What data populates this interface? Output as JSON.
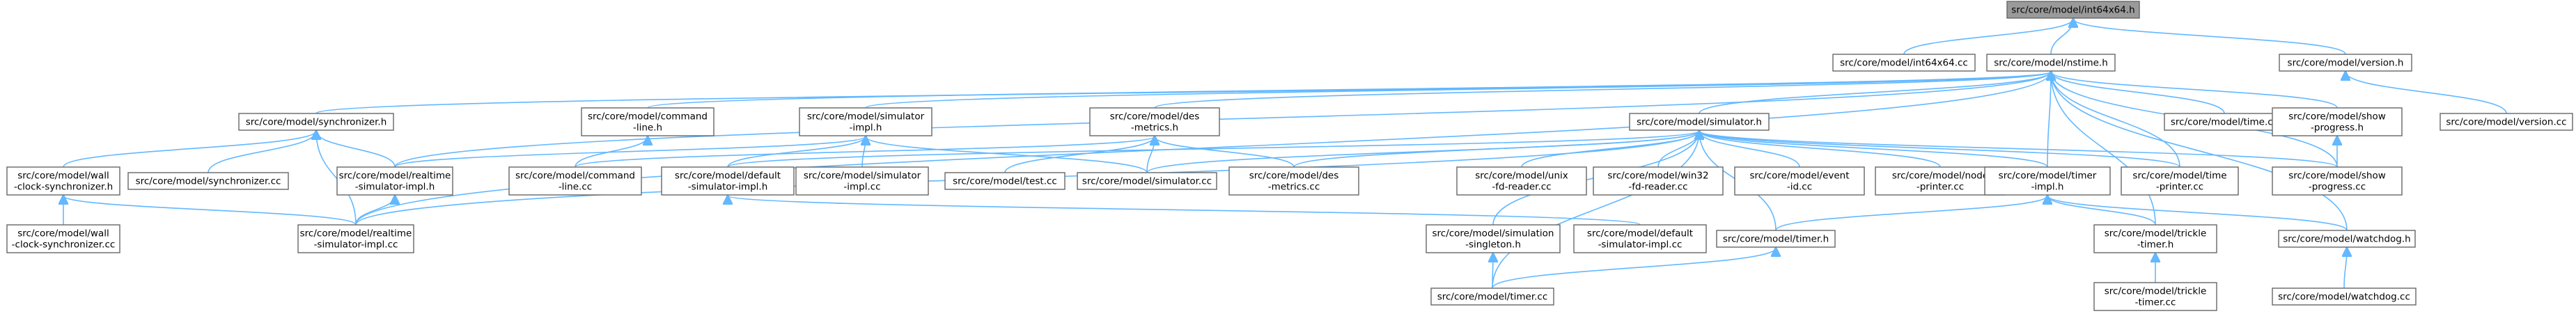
{
  "colors": {
    "edge": "#63b8ff",
    "root_fill": "#9a9a9a",
    "node_border": "#666666",
    "background": "#ffffff"
  },
  "nodes": [
    {
      "id": "int64x64_h",
      "lines": [
        "src/core/model/int64x64.h"
      ],
      "root": true
    },
    {
      "id": "int64x64_cc",
      "lines": [
        "src/core/model/int64x64.cc"
      ]
    },
    {
      "id": "nstime_h",
      "lines": [
        "src/core/model/nstime.h"
      ]
    },
    {
      "id": "version_h",
      "lines": [
        "src/core/model/version.h"
      ]
    },
    {
      "id": "version_cc",
      "lines": [
        "src/core/model/version.cc"
      ]
    },
    {
      "id": "synchronizer_h",
      "lines": [
        "src/core/model/synchronizer.h"
      ]
    },
    {
      "id": "command_line_h",
      "lines": [
        "src/core/model/command",
        "-line.h"
      ]
    },
    {
      "id": "simulator_impl_h",
      "lines": [
        "src/core/model/simulator",
        "-impl.h"
      ]
    },
    {
      "id": "des_metrics_h",
      "lines": [
        "src/core/model/des",
        "-metrics.h"
      ]
    },
    {
      "id": "simulator_h",
      "lines": [
        "src/core/model/simulator.h"
      ]
    },
    {
      "id": "time_cc",
      "lines": [
        "src/core/model/time.cc"
      ]
    },
    {
      "id": "show_progress_h",
      "lines": [
        "src/core/model/show",
        "-progress.h"
      ]
    },
    {
      "id": "wall_clock_sync_h",
      "lines": [
        "src/core/model/wall",
        "-clock-synchronizer.h"
      ]
    },
    {
      "id": "synchronizer_cc",
      "lines": [
        "src/core/model/synchronizer.cc"
      ]
    },
    {
      "id": "realtime_sim_impl_h",
      "lines": [
        "src/core/model/realtime",
        "-simulator-impl.h"
      ]
    },
    {
      "id": "command_line_cc",
      "lines": [
        "src/core/model/command",
        "-line.cc"
      ]
    },
    {
      "id": "default_sim_impl_h",
      "lines": [
        "src/core/model/default",
        "-simulator-impl.h"
      ]
    },
    {
      "id": "simulator_impl_cc",
      "lines": [
        "src/core/model/simulator",
        "-impl.cc"
      ]
    },
    {
      "id": "test_cc",
      "lines": [
        "src/core/model/test.cc"
      ]
    },
    {
      "id": "simulator_cc",
      "lines": [
        "src/core/model/simulator.cc"
      ]
    },
    {
      "id": "des_metrics_cc",
      "lines": [
        "src/core/model/des",
        "-metrics.cc"
      ]
    },
    {
      "id": "unix_fd_reader_cc",
      "lines": [
        "src/core/model/unix",
        "-fd-reader.cc"
      ]
    },
    {
      "id": "win32_fd_reader_cc",
      "lines": [
        "src/core/model/win32",
        "-fd-reader.cc"
      ]
    },
    {
      "id": "event_id_cc",
      "lines": [
        "src/core/model/event",
        "-id.cc"
      ]
    },
    {
      "id": "node_printer_cc",
      "lines": [
        "src/core/model/node",
        "-printer.cc"
      ]
    },
    {
      "id": "timer_impl_h",
      "lines": [
        "src/core/model/timer",
        "-impl.h"
      ]
    },
    {
      "id": "time_printer_cc",
      "lines": [
        "src/core/model/time",
        "-printer.cc"
      ]
    },
    {
      "id": "show_progress_cc",
      "lines": [
        "src/core/model/show",
        "-progress.cc"
      ]
    },
    {
      "id": "wall_clock_sync_cc",
      "lines": [
        "src/core/model/wall",
        "-clock-synchronizer.cc"
      ]
    },
    {
      "id": "realtime_sim_impl_cc",
      "lines": [
        "src/core/model/realtime",
        "-simulator-impl.cc"
      ]
    },
    {
      "id": "simulation_singleton_h",
      "lines": [
        "src/core/model/simulation",
        "-singleton.h"
      ]
    },
    {
      "id": "default_sim_impl_cc",
      "lines": [
        "src/core/model/default",
        "-simulator-impl.cc"
      ]
    },
    {
      "id": "timer_h",
      "lines": [
        "src/core/model/timer.h"
      ]
    },
    {
      "id": "trickle_timer_h",
      "lines": [
        "src/core/model/trickle",
        "-timer.h"
      ]
    },
    {
      "id": "watchdog_h",
      "lines": [
        "src/core/model/watchdog.h"
      ]
    },
    {
      "id": "timer_cc",
      "lines": [
        "src/core/model/timer.cc"
      ]
    },
    {
      "id": "trickle_timer_cc",
      "lines": [
        "src/core/model/trickle",
        "-timer.cc"
      ]
    },
    {
      "id": "watchdog_cc",
      "lines": [
        "src/core/model/watchdog.cc"
      ]
    }
  ],
  "edges": [
    [
      "int64x64_h",
      "int64x64_cc"
    ],
    [
      "int64x64_h",
      "nstime_h"
    ],
    [
      "int64x64_h",
      "version_h"
    ],
    [
      "version_h",
      "version_cc"
    ],
    [
      "nstime_h",
      "synchronizer_h"
    ],
    [
      "nstime_h",
      "command_line_h"
    ],
    [
      "nstime_h",
      "simulator_impl_h"
    ],
    [
      "nstime_h",
      "des_metrics_h"
    ],
    [
      "nstime_h",
      "simulator_h"
    ],
    [
      "nstime_h",
      "time_cc"
    ],
    [
      "nstime_h",
      "show_progress_h"
    ],
    [
      "nstime_h",
      "show_progress_cc"
    ],
    [
      "nstime_h",
      "time_printer_cc"
    ],
    [
      "nstime_h",
      "timer_impl_h"
    ],
    [
      "nstime_h",
      "trickle_timer_h"
    ],
    [
      "nstime_h",
      "watchdog_h"
    ],
    [
      "nstime_h",
      "realtime_sim_impl_cc"
    ],
    [
      "nstime_h",
      "realtime_sim_impl_h"
    ],
    [
      "synchronizer_h",
      "wall_clock_sync_h"
    ],
    [
      "synchronizer_h",
      "synchronizer_cc"
    ],
    [
      "synchronizer_h",
      "realtime_sim_impl_h"
    ],
    [
      "synchronizer_h",
      "realtime_sim_impl_cc"
    ],
    [
      "command_line_h",
      "command_line_cc"
    ],
    [
      "simulator_impl_h",
      "default_sim_impl_h"
    ],
    [
      "simulator_impl_h",
      "simulator_impl_cc"
    ],
    [
      "simulator_impl_h",
      "simulator_cc"
    ],
    [
      "simulator_impl_h",
      "realtime_sim_impl_h"
    ],
    [
      "des_metrics_h",
      "command_line_cc"
    ],
    [
      "des_metrics_h",
      "test_cc"
    ],
    [
      "des_metrics_h",
      "simulator_cc"
    ],
    [
      "des_metrics_h",
      "des_metrics_cc"
    ],
    [
      "simulator_h",
      "default_sim_impl_h"
    ],
    [
      "simulator_h",
      "simulator_cc"
    ],
    [
      "simulator_h",
      "des_metrics_cc"
    ],
    [
      "simulator_h",
      "unix_fd_reader_cc"
    ],
    [
      "simulator_h",
      "win32_fd_reader_cc"
    ],
    [
      "simulator_h",
      "event_id_cc"
    ],
    [
      "simulator_h",
      "node_printer_cc"
    ],
    [
      "simulator_h",
      "timer_impl_h"
    ],
    [
      "simulator_h",
      "time_printer_cc"
    ],
    [
      "simulator_h",
      "show_progress_cc"
    ],
    [
      "simulator_h",
      "simulation_singleton_h"
    ],
    [
      "simulator_h",
      "realtime_sim_impl_cc"
    ],
    [
      "simulator_h",
      "timer_cc"
    ],
    [
      "simulator_h",
      "timer_h"
    ],
    [
      "show_progress_h",
      "show_progress_cc"
    ],
    [
      "wall_clock_sync_h",
      "wall_clock_sync_cc"
    ],
    [
      "wall_clock_sync_h",
      "realtime_sim_impl_cc"
    ],
    [
      "realtime_sim_impl_h",
      "realtime_sim_impl_cc"
    ],
    [
      "default_sim_impl_h",
      "default_sim_impl_cc"
    ],
    [
      "timer_impl_h",
      "timer_h"
    ],
    [
      "timer_impl_h",
      "trickle_timer_h"
    ],
    [
      "timer_impl_h",
      "watchdog_h"
    ],
    [
      "simulation_singleton_h",
      "timer_cc"
    ],
    [
      "timer_h",
      "timer_cc"
    ],
    [
      "trickle_timer_h",
      "trickle_timer_cc"
    ],
    [
      "watchdog_h",
      "watchdog_cc"
    ]
  ]
}
